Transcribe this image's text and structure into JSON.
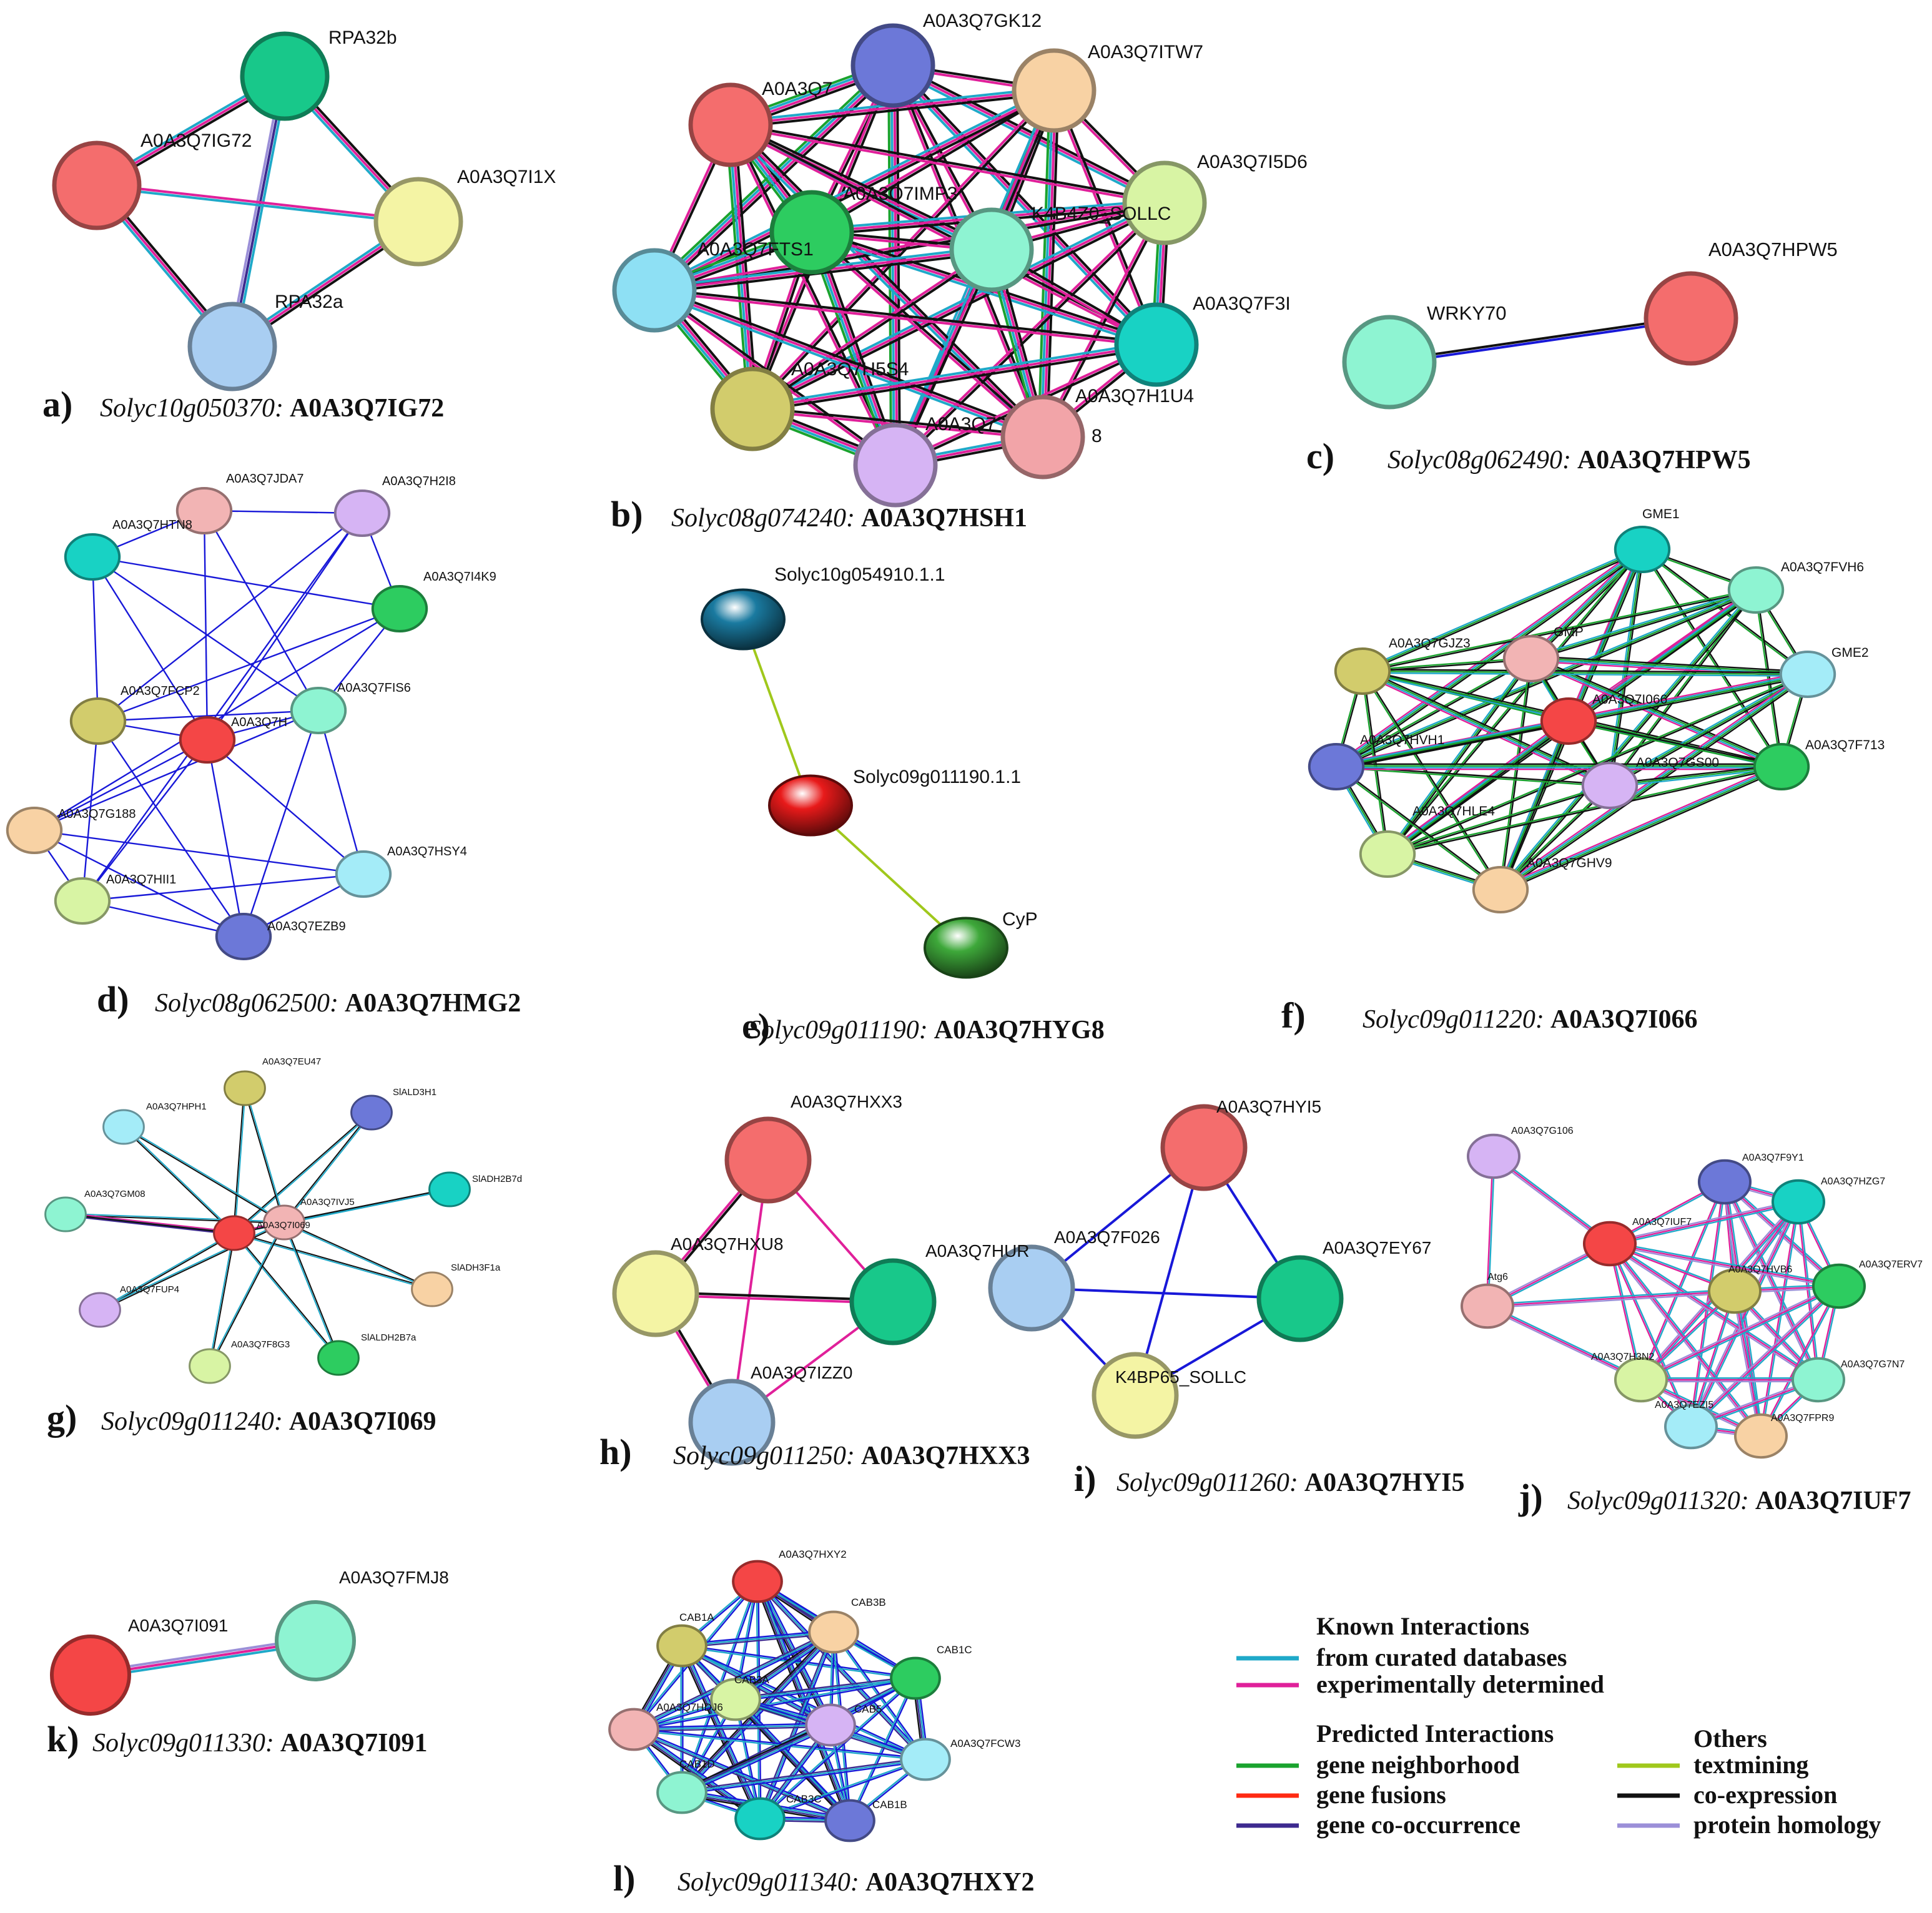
{
  "colors": {
    "curated": "#1fa9c9",
    "experimental": "#e0209a",
    "neighborhood": "#1aa32e",
    "fusion": "#ff2a12",
    "cooccurrence": "#3d2a8f",
    "textmining": "#a0c81c",
    "coexpression": "#111111",
    "homology": "#9b8fd8",
    "blue_edge": "#1818d8"
  },
  "panels": [
    {
      "letter": "a)",
      "gene": "Solyc10g050370:",
      "protein": "A0A3Q7IG72",
      "nodes": [
        {
          "id": "RPA32b",
          "label": "RPA32b",
          "color": "#18c88a"
        },
        {
          "id": "IG72",
          "label": "A0A3Q7IG72",
          "color": "#f46d6d"
        },
        {
          "id": "I1X",
          "label": "A0A3Q7I1X",
          "color": "#f4f4a4"
        },
        {
          "id": "RPA32a",
          "label": "RPA32a",
          "color": "#a9cef2"
        }
      ]
    },
    {
      "letter": "b)",
      "gene": "Solyc08g074240:",
      "protein": "A0A3Q7HSH1",
      "nodes": [
        {
          "id": "GK12",
          "label": "A0A3Q7GK12",
          "color": "#6c78d8"
        },
        {
          "id": "ITW7",
          "label": "A0A3Q7ITW7",
          "color": "#f8d2a4"
        },
        {
          "id": "A7",
          "label": "A0A3Q7",
          "color": "#f46d6d"
        },
        {
          "id": "I5D6",
          "label": "A0A3Q7I5D6",
          "color": "#d8f4a4"
        },
        {
          "id": "IMP3",
          "label": "A0A3Q7IMP3",
          "color": "#2dcc60"
        },
        {
          "id": "K4B4Z0",
          "label": "K4B4Z0_SOLLC",
          "color": "#8ef4d2"
        },
        {
          "id": "FTS1",
          "label": "A0A3Q7FTS1",
          "color": "#8ee0f4"
        },
        {
          "id": "F3",
          "label": "A0A3Q7F3I",
          "color": "#18d2c4"
        },
        {
          "id": "H5S4",
          "label": "A0A3Q7H5S4",
          "color": "#d2cc6c"
        },
        {
          "id": "H1U4",
          "label": "A0A3Q7H1U4",
          "color": "#f2a4a8"
        },
        {
          "id": "A0Q8",
          "label": "A0A3Q7",
          "color": "#d6b4f4"
        },
        {
          "id": "b8",
          "label": "8",
          "color": "#f2a4a8"
        }
      ]
    },
    {
      "letter": "c)",
      "gene": "Solyc08g062490:",
      "protein": "A0A3Q7HPW5",
      "nodes": [
        {
          "id": "WRKY70",
          "label": "WRKY70",
          "color": "#8ef4d2"
        },
        {
          "id": "HPW5",
          "label": "A0A3Q7HPW5",
          "color": "#f46d6d"
        }
      ]
    },
    {
      "letter": "d)",
      "gene": "Solyc08g062500:",
      "protein": "A0A3Q7HMG2",
      "nodes": [
        {
          "id": "JDA7",
          "label": "A0A3Q7JDA7",
          "color": "#f2b4b4"
        },
        {
          "id": "H2I8",
          "label": "A0A3Q7H2I8",
          "color": "#d6b4f4"
        },
        {
          "id": "HTN8",
          "label": "A0A3Q7HTN8",
          "color": "#18d2c4"
        },
        {
          "id": "I4K9",
          "label": "A0A3Q7I4K9",
          "color": "#2dcc60"
        },
        {
          "id": "FCP2",
          "label": "A0A3Q7FCP2",
          "color": "#d2cc6c"
        },
        {
          "id": "H",
          "label": "A0A3Q7H",
          "color": "#f44646"
        },
        {
          "id": "FIS6",
          "label": "A0A3Q7FIS6",
          "color": "#8ef4d2"
        },
        {
          "id": "G188",
          "label": "A0A3Q7G188",
          "color": "#f8d2a4"
        },
        {
          "id": "HSY4",
          "label": "A0A3Q7HSY4",
          "color": "#a4ecf8"
        },
        {
          "id": "HII1",
          "label": "A0A3Q7HII1",
          "color": "#d8f4a4"
        },
        {
          "id": "EZB9",
          "label": "A0A3Q7EZB9",
          "color": "#6c78d8"
        }
      ]
    },
    {
      "letter": "e)",
      "gene": "Solyc09g011190:",
      "protein": "A0A3Q7HYG8",
      "nodes": [
        {
          "id": "S10",
          "label": "Solyc10g054910.1.1",
          "color": "#1a7aa0"
        },
        {
          "id": "S09",
          "label": "Solyc09g011190.1.1",
          "color": "#e81a1a"
        },
        {
          "id": "CyP",
          "label": "CyP",
          "color": "#3ea83a"
        }
      ]
    },
    {
      "letter": "f)",
      "gene": "Solyc09g011220:",
      "protein": "A0A3Q7I066",
      "nodes": [
        {
          "id": "GME1",
          "label": "GME1",
          "color": "#18d2c4"
        },
        {
          "id": "FVH6",
          "label": "A0A3Q7FVH6",
          "color": "#8ef4d2"
        },
        {
          "id": "GMP",
          "label": "GMP",
          "color": "#f2b4b4"
        },
        {
          "id": "GJZ3",
          "label": "A0A3Q7GJZ3",
          "color": "#d2cc6c"
        },
        {
          "id": "GME2",
          "label": "GME2",
          "color": "#a4ecf8"
        },
        {
          "id": "I066",
          "label": "A0A3Q7I066",
          "color": "#f44646"
        },
        {
          "id": "HVH1",
          "label": "A0A3Q7HVH1",
          "color": "#6c78d8"
        },
        {
          "id": "GS00",
          "label": "A0A3Q7GS00",
          "color": "#d6b4f4"
        },
        {
          "id": "F713",
          "label": "A0A3Q7F713",
          "color": "#2dcc60"
        },
        {
          "id": "HLE4",
          "label": "A0A3Q7HLE4",
          "color": "#d8f4a4"
        },
        {
          "id": "GHV9",
          "label": "A0A3Q7GHV9",
          "color": "#f8d2a4"
        }
      ]
    },
    {
      "letter": "g)",
      "gene": "Solyc09g011240:",
      "protein": "A0A3Q7I069",
      "nodes": [
        {
          "id": "EU47",
          "label": "A0A3Q7EU47",
          "color": "#d2cc6c"
        },
        {
          "id": "HPH1",
          "label": "A0A3Q7HPH1",
          "color": "#a4ecf8"
        },
        {
          "id": "ALD3H1",
          "label": "SlALD3H1",
          "color": "#6c78d8"
        },
        {
          "id": "ADH2B7d",
          "label": "SlADH2B7d",
          "color": "#18d2c4"
        },
        {
          "id": "GM08",
          "label": "A0A3Q7GM08",
          "color": "#8ef4d2"
        },
        {
          "id": "I069",
          "label": "A0A3Q7I069",
          "color": "#f44646"
        },
        {
          "id": "IVJ5",
          "label": "A0A3Q7IVJ5",
          "color": "#f2b4b4"
        },
        {
          "id": "DH3F1a",
          "label": "SlADH3F1a",
          "color": "#f8d2a4"
        },
        {
          "id": "FUP4",
          "label": "A0A3Q7FUP4",
          "color": "#d6b4f4"
        },
        {
          "id": "F8G3",
          "label": "A0A3Q7F8G3",
          "color": "#d8f4a4"
        },
        {
          "id": "ALDH2B7a",
          "label": "SlALDH2B7a",
          "color": "#2dcc60"
        }
      ]
    },
    {
      "letter": "h)",
      "gene": "Solyc09g011250:",
      "protein": "A0A3Q7HXX3",
      "nodes": [
        {
          "id": "HXX3",
          "label": "A0A3Q7HXX3",
          "color": "#f46d6d"
        },
        {
          "id": "HXU8",
          "label": "A0A3Q7HXU8",
          "color": "#f4f4a4"
        },
        {
          "id": "HUR",
          "label": "A0A3Q7HUR",
          "color": "#18c88a"
        },
        {
          "id": "IZZ0",
          "label": "A0A3Q7IZZ0",
          "color": "#a9cef2"
        }
      ]
    },
    {
      "letter": "i)",
      "gene": "Solyc09g011260:",
      "protein": "A0A3Q7HYI5",
      "nodes": [
        {
          "id": "HYI5",
          "label": "A0A3Q7HYI5",
          "color": "#f46d6d"
        },
        {
          "id": "F026",
          "label": "A0A3Q7F026",
          "color": "#a9cef2"
        },
        {
          "id": "EY67",
          "label": "A0A3Q7EY67",
          "color": "#18c88a"
        },
        {
          "id": "K4BP65",
          "label": "K4BP65_SOLLC",
          "color": "#f4f4a4"
        }
      ]
    },
    {
      "letter": "j)",
      "gene": "Solyc09g011320:",
      "protein": "A0A3Q7IUF7",
      "nodes": [
        {
          "id": "G106",
          "label": "A0A3Q7G106",
          "color": "#d6b4f4"
        },
        {
          "id": "F9Y1",
          "label": "A0A3Q7F9Y1",
          "color": "#6c78d8"
        },
        {
          "id": "HZG7",
          "label": "A0A3Q7HZG7",
          "color": "#18d2c4"
        },
        {
          "id": "IUF7",
          "label": "A0A3Q7IUF7",
          "color": "#f44646"
        },
        {
          "id": "Atg6",
          "label": "Atg6",
          "color": "#f2b4b4"
        },
        {
          "id": "HVB6",
          "label": "A0A3Q7HVB6",
          "color": "#d2cc6c"
        },
        {
          "id": "ERV7",
          "label": "A0A3Q7ERV7",
          "color": "#2dcc60"
        },
        {
          "id": "H3N2",
          "label": "A0A3Q7H3N2",
          "color": "#d8f4a4"
        },
        {
          "id": "G7N7",
          "label": "A0A3Q7G7N7",
          "color": "#8ef4d2"
        },
        {
          "id": "EZI5",
          "label": "A0A3Q7EZI5",
          "color": "#a4ecf8"
        },
        {
          "id": "FPR9",
          "label": "A0A3Q7FPR9",
          "color": "#f8d2a4"
        }
      ]
    },
    {
      "letter": "k)",
      "gene": "Solyc09g011330:",
      "protein": "A0A3Q7I091",
      "nodes": [
        {
          "id": "I091",
          "label": "A0A3Q7I091",
          "color": "#f44646"
        },
        {
          "id": "FMJ8",
          "label": "A0A3Q7FMJ8",
          "color": "#8ef4d2"
        }
      ]
    },
    {
      "letter": "l)",
      "gene": "Solyc09g011340:",
      "protein": "A0A3Q7HXY2",
      "nodes": [
        {
          "id": "HXY2",
          "label": "A0A3Q7HXY2",
          "color": "#f44646"
        },
        {
          "id": "CAB1A",
          "label": "CAB1A",
          "color": "#d2cc6c"
        },
        {
          "id": "CAB3B",
          "label": "CAB3B",
          "color": "#f8d2a4"
        },
        {
          "id": "CAB1C",
          "label": "CAB1C",
          "color": "#2dcc60"
        },
        {
          "id": "CAB3A",
          "label": "CAB3A",
          "color": "#d8f4a4"
        },
        {
          "id": "HDJ6",
          "label": "A0A3Q7HDJ6",
          "color": "#f2b4b4"
        },
        {
          "id": "CAB5",
          "label": "CAB5",
          "color": "#d6b4f4"
        },
        {
          "id": "FCW3",
          "label": "A0A3Q7FCW3",
          "color": "#a4ecf8"
        },
        {
          "id": "CAB1D",
          "label": "CAB1D",
          "color": "#8ef4d2"
        },
        {
          "id": "CAB3C",
          "label": "CAB3C",
          "color": "#18d2c4"
        },
        {
          "id": "CAB1B",
          "label": "CAB1B",
          "color": "#6c78d8"
        }
      ]
    }
  ],
  "legend": {
    "known_title": "Known Interactions",
    "known": [
      {
        "label": "from curated databases",
        "color": "#1fa9c9"
      },
      {
        "label": "experimentally determined",
        "color": "#e0209a"
      }
    ],
    "predicted_title": "Predicted Interactions",
    "predicted": [
      {
        "label": "gene neighborhood",
        "color": "#1aa32e"
      },
      {
        "label": "gene fusions",
        "color": "#ff2a12"
      },
      {
        "label": "gene co-occurrence",
        "color": "#3d2a8f"
      }
    ],
    "others_title": "Others",
    "others": [
      {
        "label": "textmining",
        "color": "#a0c81c"
      },
      {
        "label": "co-expression",
        "color": "#111111"
      },
      {
        "label": "protein homology",
        "color": "#9b8fd8"
      }
    ]
  }
}
